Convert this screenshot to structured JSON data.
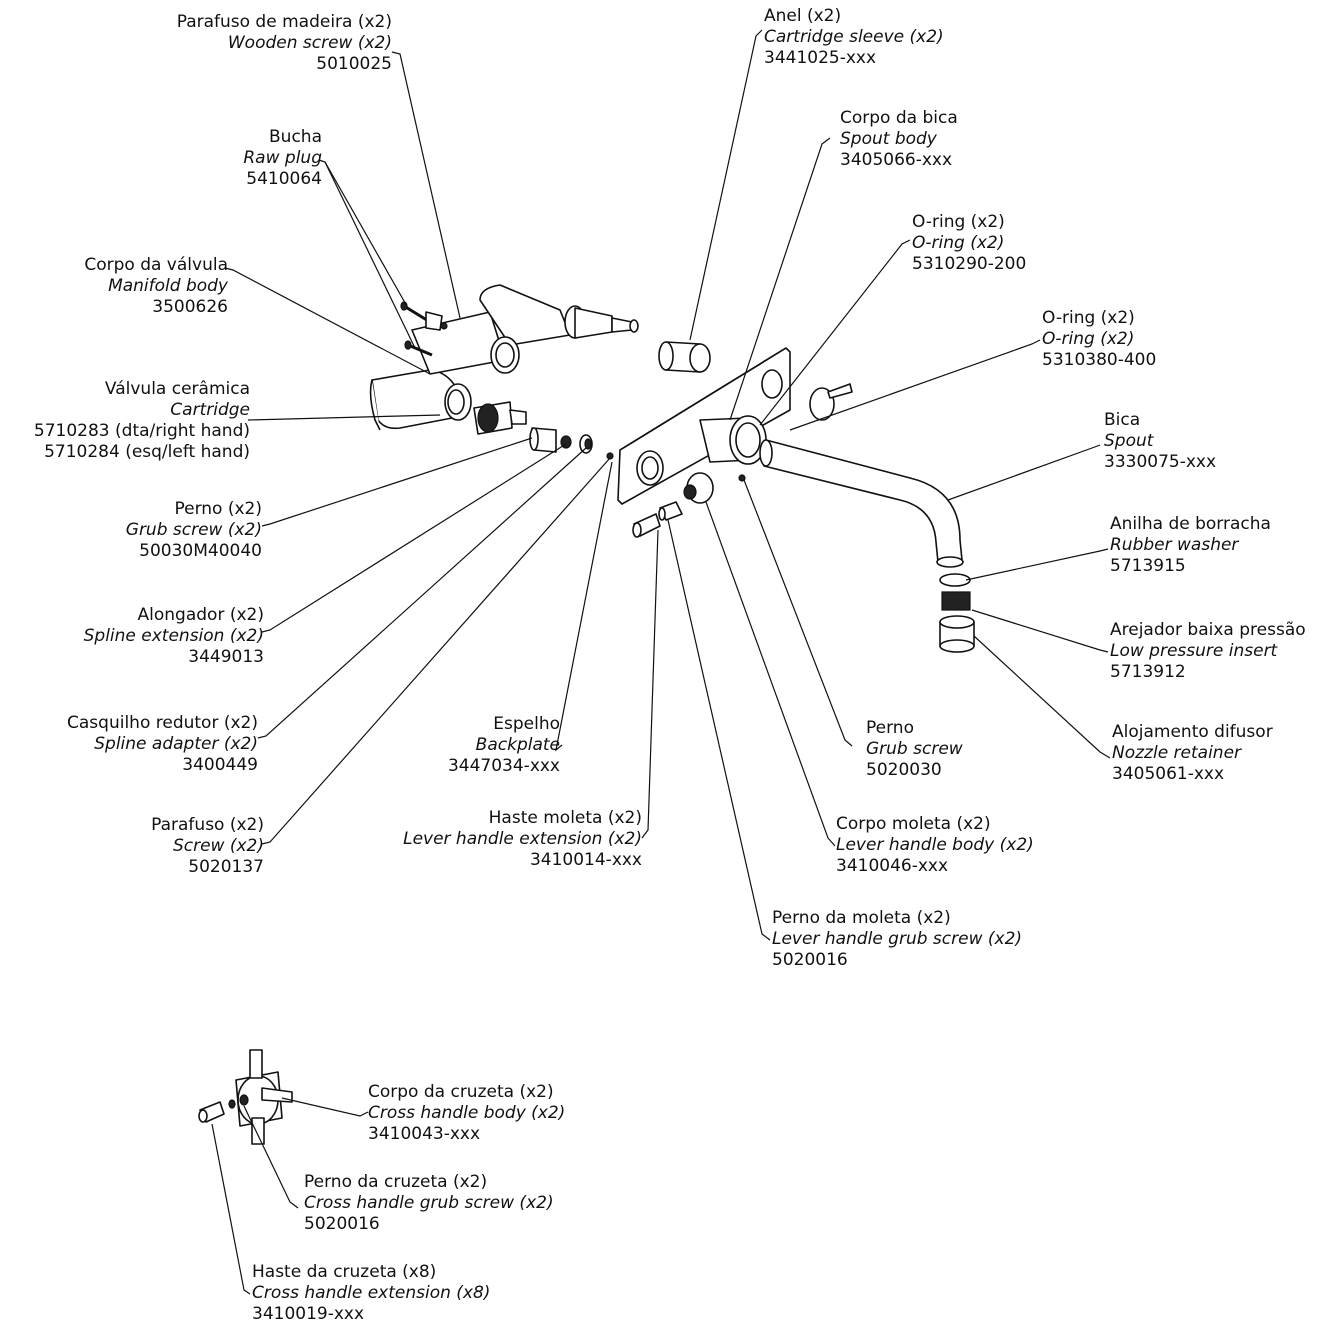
{
  "labels": {
    "wooden_screw": {
      "pt": "Parafuso de madeira (x2)",
      "en": "Wooden screw (x2)",
      "code": "5010025"
    },
    "raw_plug": {
      "pt": "Bucha",
      "en": "Raw plug",
      "code": "5410064"
    },
    "manifold_body": {
      "pt": "Corpo da válvula",
      "en": "Manifold body",
      "code": "3500626"
    },
    "cartridge": {
      "pt": "Válvula cerâmica",
      "en": "Cartridge",
      "code": "5710283 (dta/right hand)",
      "code2": "5710284 (esq/left hand)"
    },
    "grub_screw_x2": {
      "pt": "Perno (x2)",
      "en": "Grub screw (x2)",
      "code": "50030M40040"
    },
    "spline_extension": {
      "pt": "Alongador (x2)",
      "en": "Spline extension (x2)",
      "code": "3449013"
    },
    "spline_adapter": {
      "pt": "Casquilho redutor (x2)",
      "en": "Spline adapter (x2)",
      "code": "3400449"
    },
    "screw": {
      "pt": "Parafuso (x2)",
      "en": "Screw (x2)",
      "code": "5020137"
    },
    "cartridge_sleeve": {
      "pt": "Anel (x2)",
      "en": "Cartridge sleeve (x2)",
      "code": "3441025-xxx"
    },
    "spout_body": {
      "pt": "Corpo da bica",
      "en": "Spout body",
      "code": "3405066-xxx"
    },
    "oring_200": {
      "pt": "O-ring (x2)",
      "en": "O-ring (x2)",
      "code": "5310290-200"
    },
    "oring_400": {
      "pt": "O-ring (x2)",
      "en": "O-ring (x2)",
      "code": "5310380-400"
    },
    "spout": {
      "pt": "Bica",
      "en": "Spout",
      "code": "3330075-xxx"
    },
    "rubber_washer": {
      "pt": "Anilha de borracha",
      "en": "Rubber washer",
      "code": "5713915"
    },
    "low_pressure_insert": {
      "pt": "Arejador baixa pressão",
      "en": "Low pressure insert",
      "code": "5713912"
    },
    "nozzle_retainer": {
      "pt": "Alojamento difusor",
      "en": "Nozzle retainer",
      "code": "3405061-xxx"
    },
    "backplate": {
      "pt": "Espelho",
      "en": "Backplate",
      "code": "3447034-xxx"
    },
    "grub_screw": {
      "pt": "Perno",
      "en": "Grub screw",
      "code": "5020030"
    },
    "lever_extension": {
      "pt": "Haste moleta (x2)",
      "en": "Lever handle extension (x2)",
      "code": "3410014-xxx"
    },
    "lever_body": {
      "pt": "Corpo moleta (x2)",
      "en": "Lever handle body (x2)",
      "code": "3410046-xxx"
    },
    "lever_grub_screw": {
      "pt": "Perno da moleta (x2)",
      "en": "Lever handle grub screw (x2)",
      "code": "5020016"
    },
    "cross_body": {
      "pt": "Corpo da cruzeta (x2)",
      "en": "Cross handle body (x2)",
      "code": "3410043-xxx"
    },
    "cross_grub_screw": {
      "pt": "Perno da cruzeta (x2)",
      "en": "Cross handle grub screw (x2)",
      "code": "5020016"
    },
    "cross_extension": {
      "pt": "Haste da cruzeta (x8)",
      "en": "Cross handle extension (x8)",
      "code": "3410019-xxx"
    }
  }
}
